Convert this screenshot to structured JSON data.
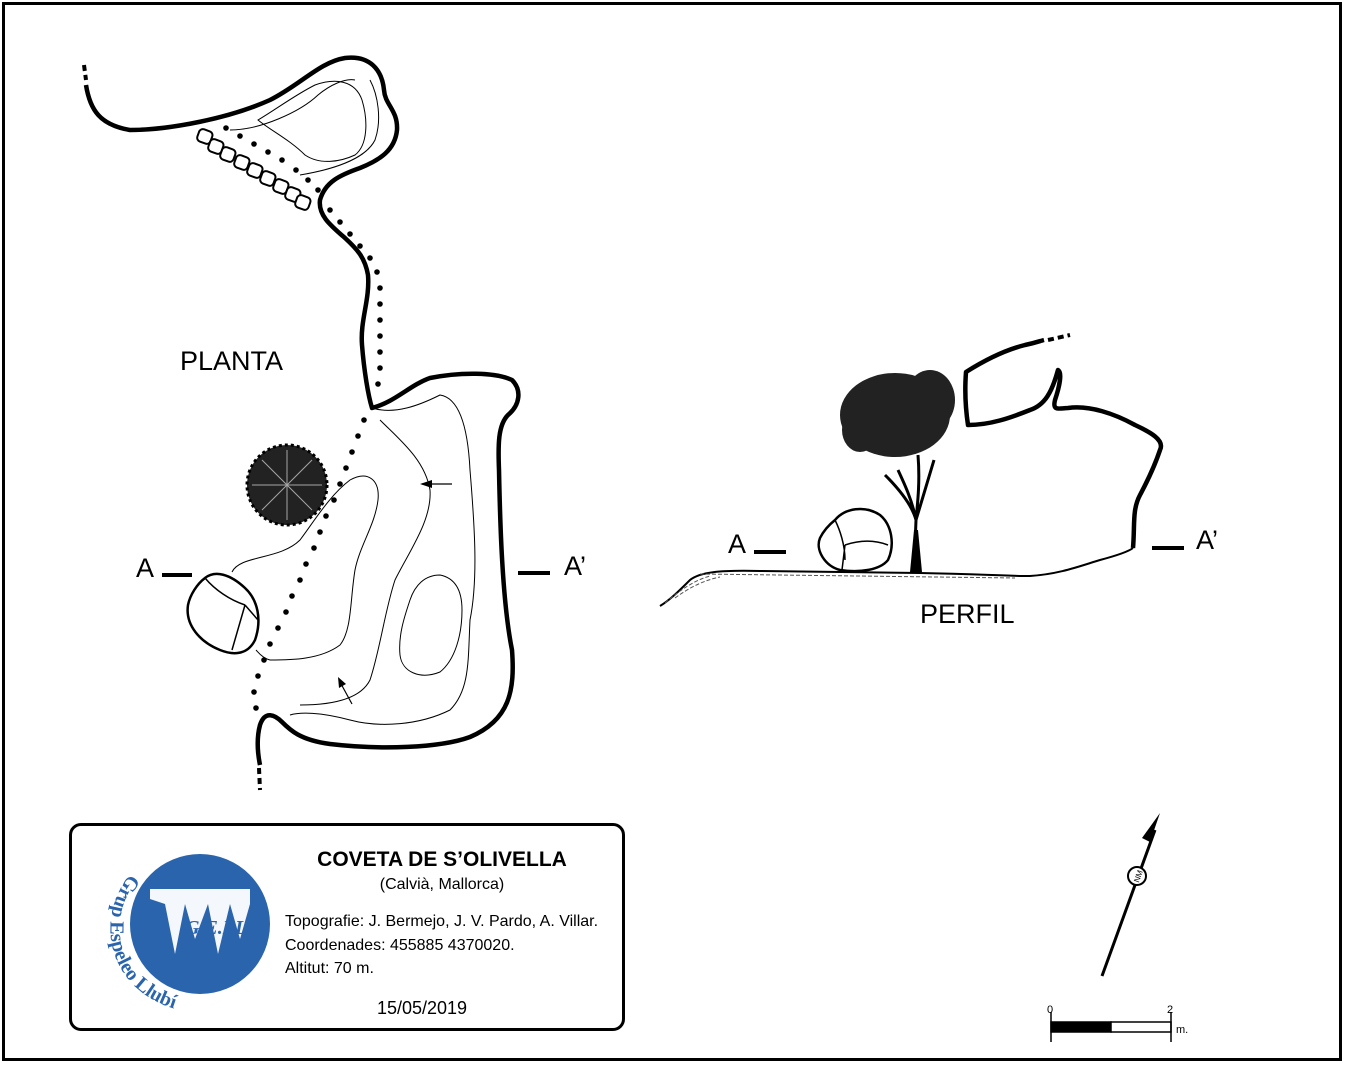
{
  "plan": {
    "title": "PLANTA",
    "section_left": "A",
    "section_right": "A’"
  },
  "profile": {
    "title": "PERFIL",
    "section_left": "A",
    "section_right": "A’"
  },
  "info": {
    "cave_name": "COVETA DE S’OLIVELLA",
    "location": "(Calvià, Mallorca)",
    "topography": "Topografie: J. Bermejo, J. V. Pardo, A. Villar.",
    "coordinates": "Coordenades: 455885 4370020.",
    "altitude": "Altitut: 70 m.",
    "date": "15/05/2019"
  },
  "logo": {
    "text": "G.E.LL.",
    "ring_text": "Grup Espeleo Llubí",
    "color": "#2a64ad"
  },
  "scale": {
    "start": "0",
    "end": "2",
    "unit": "m."
  },
  "north": {
    "label": "NM"
  }
}
